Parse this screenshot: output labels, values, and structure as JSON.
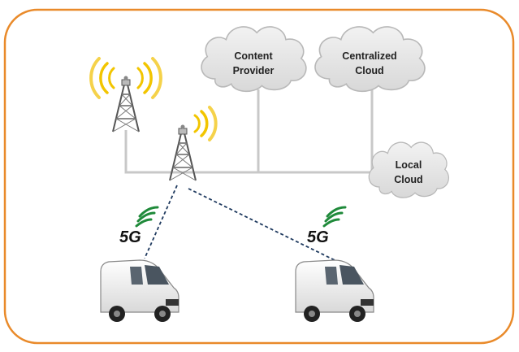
{
  "colors": {
    "frame_border": "#E98A2A",
    "cloud_fill": "#E3E3E3",
    "link_line": "#C8C8C8",
    "wireless_link": "#1F3A5F",
    "signal_yellow": "#F2C500",
    "signal_green": "#1F8A3A"
  },
  "nodes": {
    "content_provider": {
      "line1": "Content",
      "line2": "Provider"
    },
    "centralized_cloud": {
      "line1": "Centralized",
      "line2": "Cloud"
    },
    "local_cloud": {
      "line1": "Local",
      "line2": "Cloud"
    }
  },
  "badges": {
    "left_5g": "5G",
    "right_5g": "5G"
  },
  "icons": [
    "cell-tower-icon",
    "signal-waves-icon",
    "cloud-icon",
    "van-icon",
    "5g-logo-icon"
  ]
}
